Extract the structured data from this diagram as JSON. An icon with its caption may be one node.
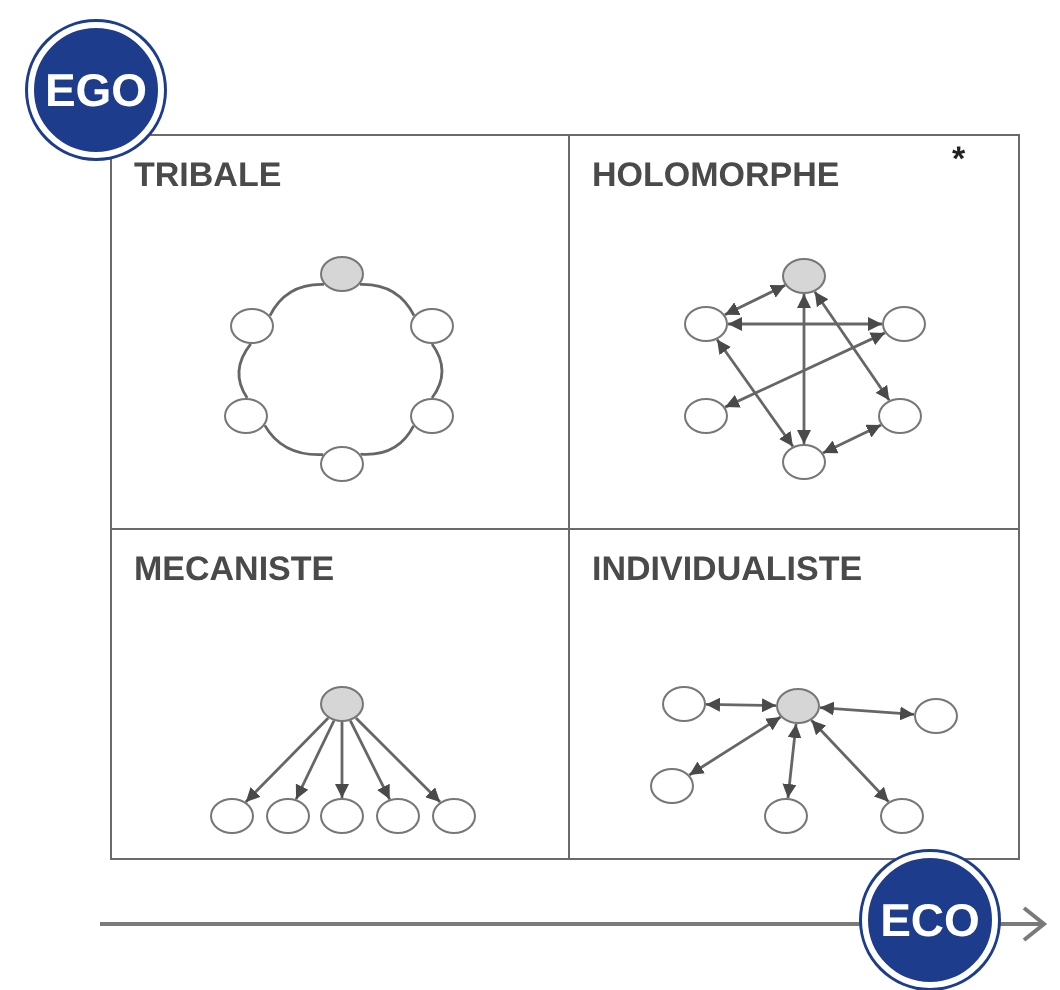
{
  "diagram": {
    "nodes": [
      {
        "text": [
          "EGO"
        ]
      },
      {
        "text": [
          "ECO"
        ]
      },
      {
        "text": [
          "TRIBALE"
        ]
      },
      {
        "text": [],
        "shape": "circle",
        "in": 2
      },
      {
        "text": [],
        "shape": "circle",
        "in": 2
      },
      {
        "text": [],
        "shape": "circle",
        "in": 2
      },
      {
        "text": [],
        "shape": "circle",
        "in": 2
      },
      {
        "text": [],
        "shape": "circle",
        "in": 2
      },
      {
        "text": [],
        "shape": "circle",
        "in": 2
      },
      {
        "text": [
          "HOLOMORPHE"
        ],
        "beside": [
          "*"
        ]
      },
      {
        "text": [],
        "shape": "circle",
        "in": 9
      },
      {
        "text": [],
        "shape": "circle",
        "in": 9
      },
      {
        "text": [],
        "shape": "circle",
        "in": 9
      },
      {
        "text": [],
        "shape": "circle",
        "in": 9
      },
      {
        "text": [],
        "shape": "circle",
        "in": 9
      },
      {
        "text": [],
        "shape": "circle",
        "in": 9
      },
      {
        "text": [
          "MECANISTE"
        ]
      },
      {
        "text": [],
        "shape": "circle",
        "in": 16
      },
      {
        "text": [],
        "shape": "circle",
        "in": 16
      },
      {
        "text": [],
        "shape": "circle",
        "in": 16
      },
      {
        "text": [],
        "shape": "circle",
        "in": 16
      },
      {
        "text": [],
        "shape": "circle",
        "in": 16
      },
      {
        "text": [],
        "shape": "circle",
        "in": 16
      },
      {
        "text": [
          "INDIVIDUALISTE"
        ]
      },
      {
        "text": [],
        "shape": "circle",
        "in": 23
      },
      {
        "text": [],
        "shape": "circle",
        "in": 23
      },
      {
        "text": [],
        "shape": "circle",
        "in": 23
      },
      {
        "text": [],
        "shape": "circle",
        "in": 23
      },
      {
        "text": [],
        "shape": "circle",
        "in": 23
      },
      {
        "text": [],
        "shape": "circle",
        "in": 23
      }
    ],
    "edges": [
      {
        "from": 3,
        "to": 5,
        "arrow": "none"
      },
      {
        "from": 5,
        "to": 7,
        "arrow": "none"
      },
      {
        "from": 7,
        "to": 8,
        "arrow": "none"
      },
      {
        "from": 8,
        "to": 6,
        "arrow": "none"
      },
      {
        "from": 6,
        "to": 4,
        "arrow": "none"
      },
      {
        "from": 4,
        "to": 3,
        "arrow": "none"
      },
      {
        "from": 10,
        "to": 11,
        "arrow": "both"
      },
      {
        "from": 11,
        "to": 12,
        "arrow": "both"
      },
      {
        "from": 10,
        "to": 15,
        "arrow": "both"
      },
      {
        "from": 10,
        "to": 14,
        "arrow": "both"
      },
      {
        "from": 11,
        "to": 15,
        "arrow": "both"
      },
      {
        "from": 12,
        "to": 13,
        "arrow": "both"
      },
      {
        "from": 15,
        "to": 14,
        "arrow": "both"
      },
      {
        "from": 17,
        "to": 18,
        "arrow": "to"
      },
      {
        "from": 17,
        "to": 19,
        "arrow": "to"
      },
      {
        "from": 17,
        "to": 20,
        "arrow": "to"
      },
      {
        "from": 17,
        "to": 21,
        "arrow": "to"
      },
      {
        "from": 17,
        "to": 22,
        "arrow": "to"
      },
      {
        "from": 24,
        "to": 25,
        "arrow": "both"
      },
      {
        "from": 24,
        "to": 26,
        "arrow": "both"
      },
      {
        "from": 24,
        "to": 27,
        "arrow": "both"
      },
      {
        "from": 24,
        "to": 28,
        "arrow": "both"
      },
      {
        "from": 24,
        "to": 29,
        "arrow": "both"
      }
    ]
  }
}
